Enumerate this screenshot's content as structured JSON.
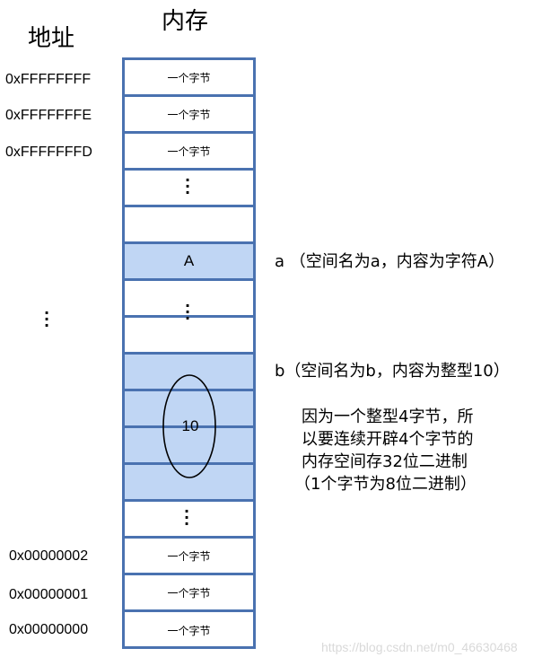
{
  "headers": {
    "address": "地址",
    "memory": "内存"
  },
  "addresses": {
    "top": [
      "0xFFFFFFFF",
      "0xFFFFFFFE",
      "0xFFFFFFFD"
    ],
    "middle_ellipsis": "⋮",
    "bottom": [
      "0x00000002",
      "0x00000001",
      "0x00000000"
    ]
  },
  "memory_cells": {
    "byte_label": "一个字节",
    "ellipsis": "⋮",
    "char_a_value": "A",
    "int_b_value": "10",
    "rows": [
      {
        "type": "byte",
        "text": "一个字节"
      },
      {
        "type": "byte",
        "text": "一个字节"
      },
      {
        "type": "byte",
        "text": "一个字节"
      },
      {
        "type": "ellipsis",
        "text": "⋮"
      },
      {
        "type": "empty",
        "text": ""
      },
      {
        "type": "char",
        "text": "A",
        "highlight": true
      },
      {
        "type": "empty",
        "text": ""
      },
      {
        "type": "empty",
        "text": ""
      },
      {
        "type": "int-part",
        "text": "",
        "highlight": true
      },
      {
        "type": "int-part",
        "text": "",
        "highlight": true
      },
      {
        "type": "int-part",
        "text": "",
        "highlight": true
      },
      {
        "type": "int-part",
        "text": "",
        "highlight": true
      },
      {
        "type": "ellipsis",
        "text": "⋮"
      },
      {
        "type": "byte",
        "text": "一个字节"
      },
      {
        "type": "byte",
        "text": "一个字节"
      },
      {
        "type": "byte",
        "text": "一个字节"
      }
    ]
  },
  "annotations": {
    "var_a": "a （空间名为a，内容为字符A）",
    "var_b": "b（空间名为b，内容为整型10）",
    "explanation": [
      "因为一个整型4字节，所",
      "以要连续开辟4个字节的",
      "内存空间存32位二进制",
      "（1个字节为8位二进制）"
    ]
  },
  "watermark": "https://blog.csdn.net/m0_46630468",
  "colors": {
    "border": "#4a72b0",
    "highlight_fill": "#c0d6f4",
    "text": "#000000",
    "watermark": "#d9d9d9"
  }
}
